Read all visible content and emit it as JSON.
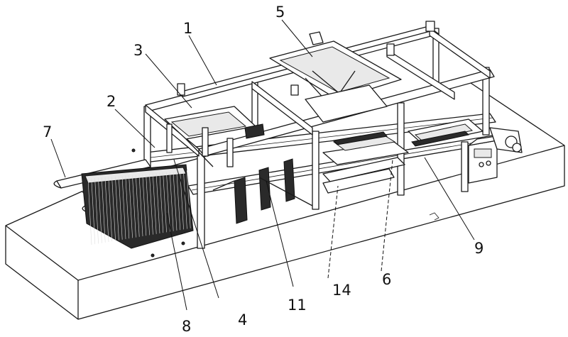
{
  "callouts": [
    {
      "id": "c1",
      "label": "1"
    },
    {
      "id": "c2",
      "label": "2"
    },
    {
      "id": "c3",
      "label": "3"
    },
    {
      "id": "c4",
      "label": "4"
    },
    {
      "id": "c5",
      "label": "5"
    },
    {
      "id": "c6",
      "label": "6"
    },
    {
      "id": "c7",
      "label": "7"
    },
    {
      "id": "c8",
      "label": "8"
    },
    {
      "id": "c9",
      "label": "9"
    },
    {
      "id": "c11",
      "label": "11"
    },
    {
      "id": "c14",
      "label": "14"
    }
  ],
  "colors": {
    "line": "#1a1a1a",
    "background": "#ffffff",
    "fill_dark": "#2a2a2a"
  }
}
